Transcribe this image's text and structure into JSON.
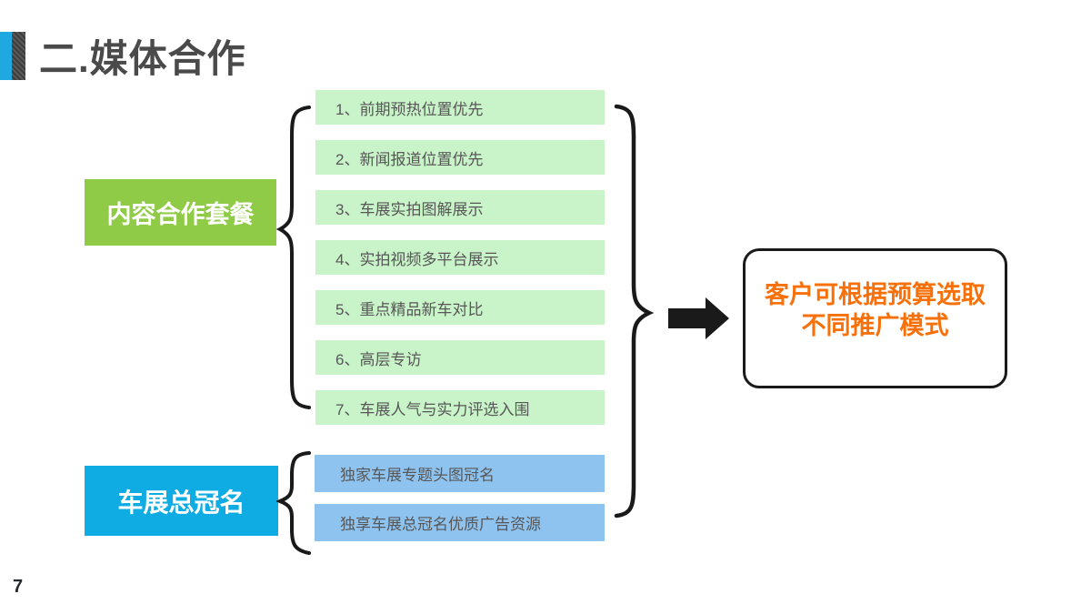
{
  "title": "二.媒体合作",
  "page_number": "7",
  "green_group": {
    "label": "内容合作套餐",
    "items": [
      "1、前期预热位置优先",
      "2、新闻报道位置优先",
      "3、车展实拍图解展示",
      "4、实拍视频多平台展示",
      "5、重点精品新车对比",
      "6、高层专访",
      "7、车展人气与实力评选入围"
    ]
  },
  "blue_group": {
    "label": "车展总冠名",
    "items": [
      "独家车展专题头图冠名",
      "独享车展总冠名优质广告资源"
    ]
  },
  "conclusion": {
    "line1": "客户可根据预算选取",
    "line2": "不同推广模式"
  },
  "icons": {
    "flow_arrow": "arrow-right-icon",
    "brace_green": "curly-brace-left-icon",
    "brace_blue": "curly-brace-left-icon",
    "brace_big": "curly-brace-right-icon"
  },
  "colors": {
    "accent_blue": "#0FACE4",
    "accent_green": "#90CB47",
    "light_green": "#C9F3C8",
    "light_blue": "#8FC3EF",
    "orange_text": "#F8700A",
    "title_gray": "#4A4A4A",
    "item_text": "#575757",
    "shape_black": "#1A1A1A"
  }
}
